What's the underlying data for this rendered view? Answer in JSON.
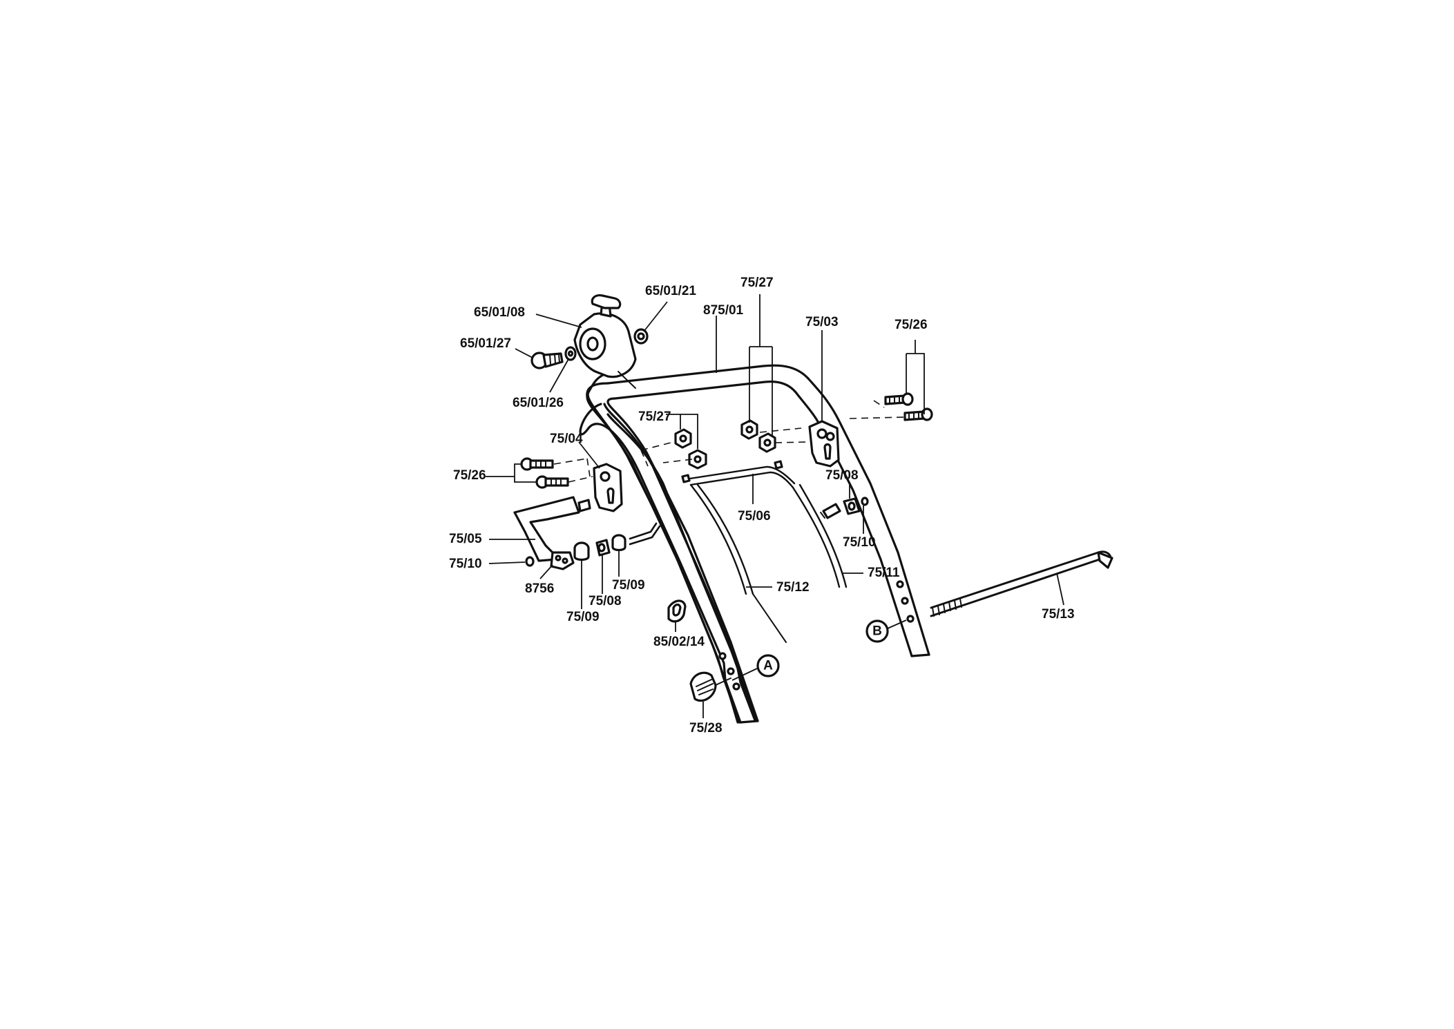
{
  "diagram": {
    "callouts": {
      "p_65_01_08": "65/01/08",
      "p_65_01_21": "65/01/21",
      "p_875_01": "875/01",
      "p_75_27_top": "75/27",
      "p_75_03": "75/03",
      "p_75_26_right": "75/26",
      "p_65_01_27": "65/01/27",
      "p_65_01_26": "65/01/26",
      "p_75_27_mid": "75/27",
      "p_75_04": "75/04",
      "p_75_26_left": "75/26",
      "p_75_08_right": "75/08",
      "p_75_06": "75/06",
      "p_75_10_right": "75/10",
      "p_75_05": "75/05",
      "p_75_10_left": "75/10",
      "p_8756": "8756",
      "p_75_09_a": "75/09",
      "p_75_08_left": "75/08",
      "p_75_09_b": "75/09",
      "p_75_12": "75/12",
      "p_75_11": "75/11",
      "p_75_13": "75/13",
      "p_85_02_14": "85/02/14",
      "p_75_28": "75/28"
    },
    "detail_markers": {
      "a": "A",
      "b": "B"
    }
  }
}
